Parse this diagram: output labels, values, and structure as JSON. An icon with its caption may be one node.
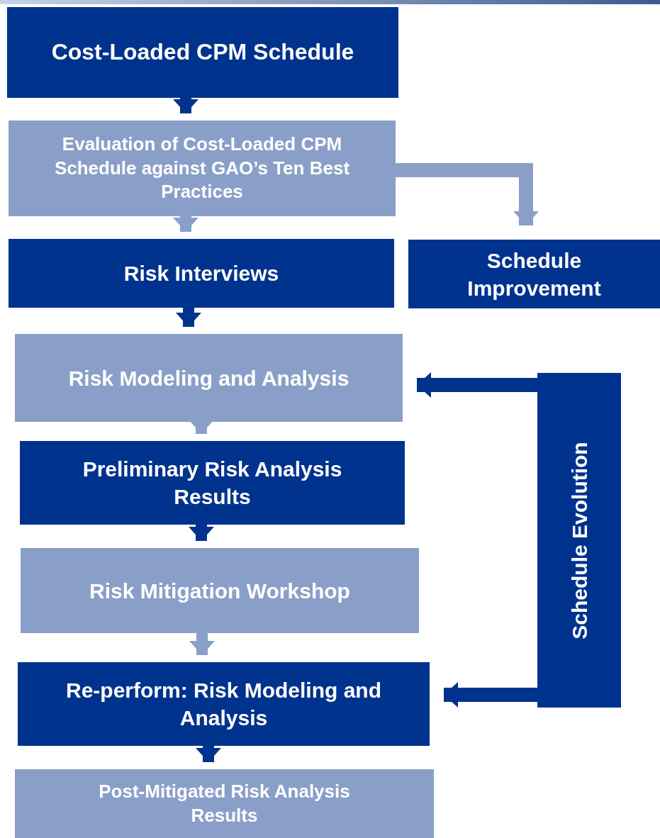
{
  "diagram": {
    "nodes": [
      {
        "text": [
          "Cost-Loaded CPM Schedule"
        ]
      },
      {
        "text": [
          "Evaluation of Cost-Loaded CPM Schedule against GAO’s Ten Best Practices"
        ]
      },
      {
        "text": [
          "Risk Interviews"
        ]
      },
      {
        "text": [
          "Schedule Improvement"
        ]
      },
      {
        "text": [
          "Risk Modeling and Analysis"
        ]
      },
      {
        "text": [
          "Preliminary Risk Analysis Results"
        ]
      },
      {
        "text": [
          "Risk Mitigation Workshop"
        ]
      },
      {
        "text": [
          "Re-perform: Risk Modeling and Analysis"
        ]
      },
      {
        "text": [
          "Post-Mitigated Risk Analysis Results"
        ]
      },
      {
        "text": [
          "Schedule Evolution"
        ]
      }
    ],
    "edges": [
      {
        "from": 0,
        "to": 1,
        "arrow": "to"
      },
      {
        "from": 1,
        "to": 2,
        "arrow": "to",
        "color": "#8a9fc8"
      },
      {
        "from": 1,
        "to": 3,
        "arrow": "to",
        "color": "#8a9fc8"
      },
      {
        "from": 2,
        "to": 4,
        "arrow": "to"
      },
      {
        "from": 4,
        "to": 5,
        "arrow": "to",
        "color": "#8a9fc8"
      },
      {
        "from": 5,
        "to": 6,
        "arrow": "to"
      },
      {
        "from": 6,
        "to": 7,
        "arrow": "to",
        "color": "#8a9fc8"
      },
      {
        "from": 7,
        "to": 8,
        "arrow": "to"
      },
      {
        "from": 9,
        "to": 4,
        "arrow": "to"
      },
      {
        "from": 9,
        "to": 7,
        "arrow": "to"
      }
    ]
  }
}
